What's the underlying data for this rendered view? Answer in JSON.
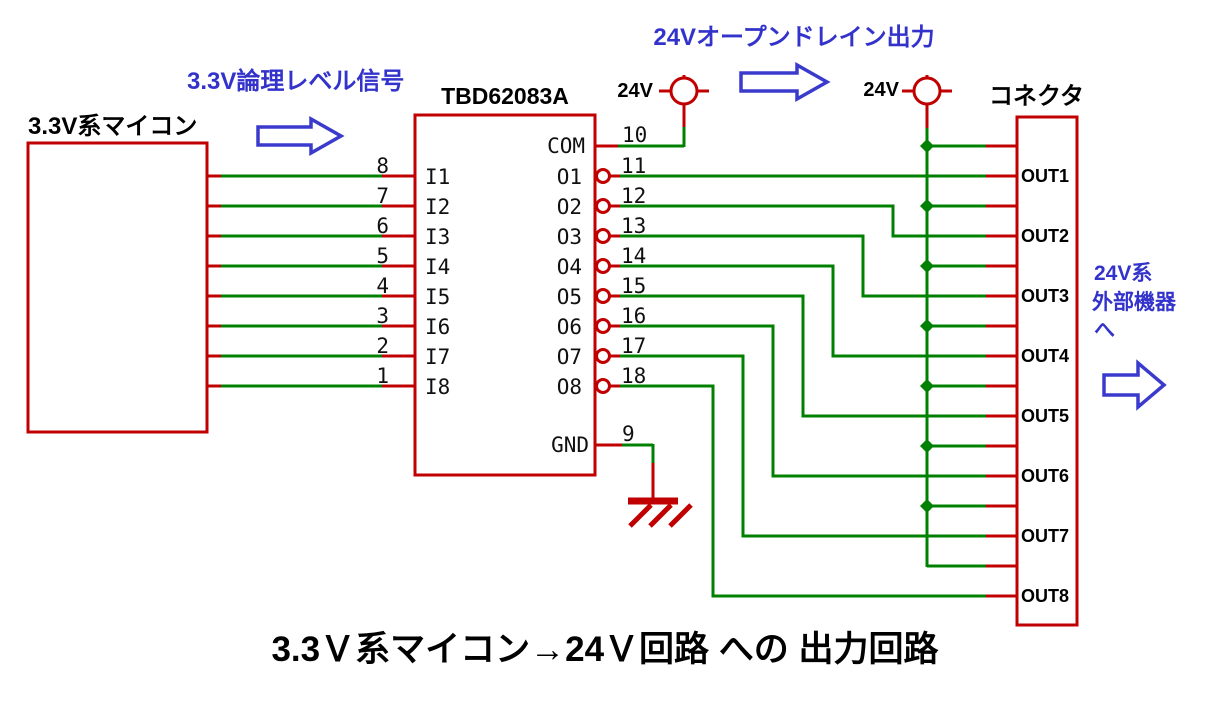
{
  "title": "3.3Ｖ系マイコン→24Ｖ回路 への 出力回路",
  "micro": {
    "label": "3.3V系マイコン"
  },
  "notes": {
    "signal": "3.3V論理レベル信号",
    "open_drain": "24Vオープンドレイン出力",
    "ext_line1": "24V系",
    "ext_line2": "外部機器",
    "ext_line3": "へ"
  },
  "power": {
    "left_label": "24V",
    "right_label": "24V"
  },
  "ic": {
    "name": "TBD62083A",
    "com_pin": {
      "num": "10",
      "label": "COM"
    },
    "gnd_pin": {
      "num": "9",
      "label": "GND"
    },
    "inputs": [
      {
        "num": "8",
        "label": "I1"
      },
      {
        "num": "7",
        "label": "I2"
      },
      {
        "num": "6",
        "label": "I3"
      },
      {
        "num": "5",
        "label": "I4"
      },
      {
        "num": "4",
        "label": "I5"
      },
      {
        "num": "3",
        "label": "I6"
      },
      {
        "num": "2",
        "label": "I7"
      },
      {
        "num": "1",
        "label": "I8"
      }
    ],
    "outputs": [
      {
        "num": "11",
        "label": "O1"
      },
      {
        "num": "12",
        "label": "O2"
      },
      {
        "num": "13",
        "label": "O3"
      },
      {
        "num": "14",
        "label": "O4"
      },
      {
        "num": "15",
        "label": "O5"
      },
      {
        "num": "16",
        "label": "O6"
      },
      {
        "num": "17",
        "label": "O7"
      },
      {
        "num": "18",
        "label": "O8"
      }
    ]
  },
  "connector": {
    "label": "コネクタ",
    "outputs": [
      "OUT1",
      "OUT2",
      "OUT3",
      "OUT4",
      "OUT5",
      "OUT6",
      "OUT7",
      "OUT8"
    ]
  },
  "colors": {
    "wire_green": "#008000",
    "pin_red": "#c00000",
    "blue": "#3a3acd",
    "blue_text": "#3333cc"
  }
}
